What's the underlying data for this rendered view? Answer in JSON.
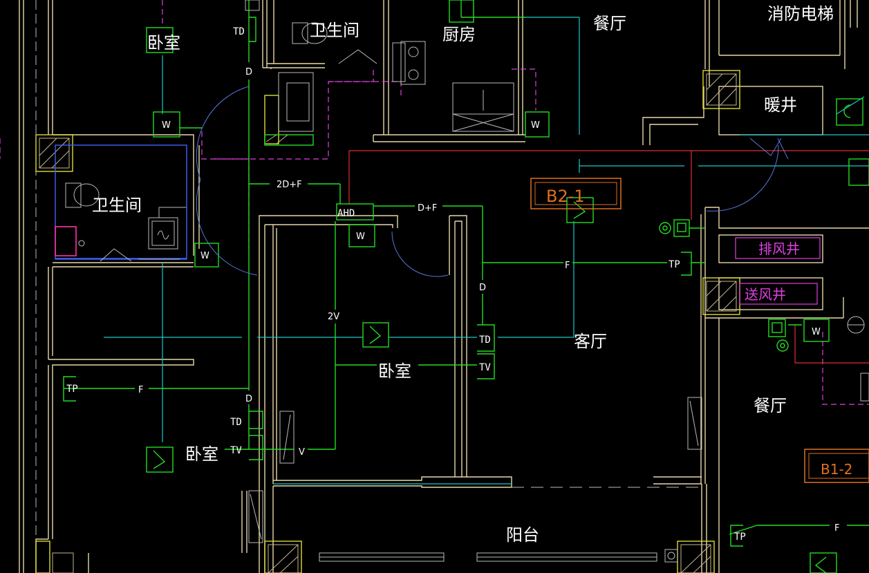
{
  "rooms": {
    "bedroom_top_left": "卧室",
    "bath_top": "卫生间",
    "kitchen": "厨房",
    "dining_top": "餐厅",
    "fire_elevator": "消防电梯",
    "heating_shaft": "暖井",
    "bath_left": "卫生间",
    "living_room": "客厅",
    "bedroom_center": "卧室",
    "bedroom_bottom_left": "卧室",
    "exhaust_shaft": "排风井",
    "supply_shaft": "送风井",
    "dining_right": "餐厅",
    "balcony": "阳台"
  },
  "unit_tags": {
    "b2_1": "B2-1",
    "b1_2": "B1-2"
  },
  "codes": {
    "td_top": "TD",
    "d_top": "D",
    "w_top_bedroom": "W",
    "w_bath": "W",
    "w_kitchen": "W",
    "run_2df": "2D+F",
    "ahd": "AHD",
    "w_ahd": "W",
    "run_df": "D+F",
    "f_living": "F",
    "tp_living": "TP",
    "d_living": "D",
    "run_2v": "2V",
    "td_living": "TD",
    "tv_living": "TV",
    "tp_left": "TP",
    "f_left": "F",
    "d_left": "D",
    "td_left": "TD",
    "tv_left": "TV",
    "v_left": "V",
    "w_right": "W",
    "tp_bottom_right": "TP",
    "f_bottom_right": "F"
  },
  "colors": {
    "background": "#000000",
    "wall": "#e8d8a8",
    "conduit": "#22dd22",
    "cable": "#19c9c9",
    "power": "#e03030",
    "tag_orange": "#e07020",
    "shaft_label": "#e040e0",
    "door": "#5a78e0"
  },
  "icons": [
    "outlet-box-icon",
    "switch-icon",
    "toilet-icon",
    "sink-icon",
    "stove-icon",
    "door-swing-icon",
    "fan-icon"
  ]
}
